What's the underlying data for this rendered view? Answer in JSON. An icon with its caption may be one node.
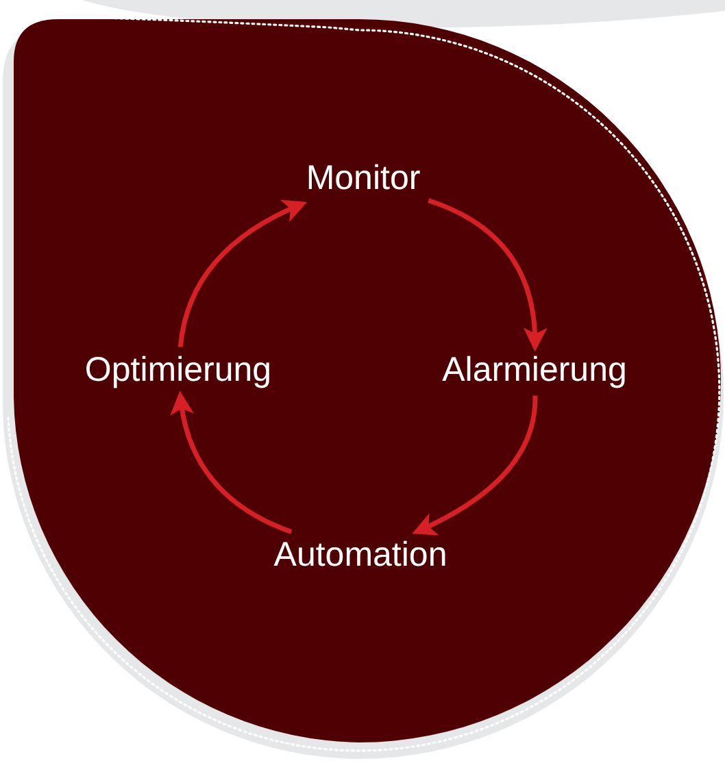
{
  "diagram": {
    "nodes": [
      {
        "text": [
          "Monitor"
        ]
      },
      {
        "text": [
          "Alarmierung"
        ]
      },
      {
        "text": [
          "Automation"
        ]
      },
      {
        "text": [
          "Optimierung"
        ]
      }
    ],
    "edges": [
      {
        "from": 0,
        "to": 1,
        "arrow": "to"
      },
      {
        "from": 1,
        "to": 2,
        "arrow": "to"
      },
      {
        "from": 2,
        "to": 3,
        "arrow": "to"
      },
      {
        "from": 3,
        "to": 0,
        "arrow": "to"
      }
    ]
  }
}
